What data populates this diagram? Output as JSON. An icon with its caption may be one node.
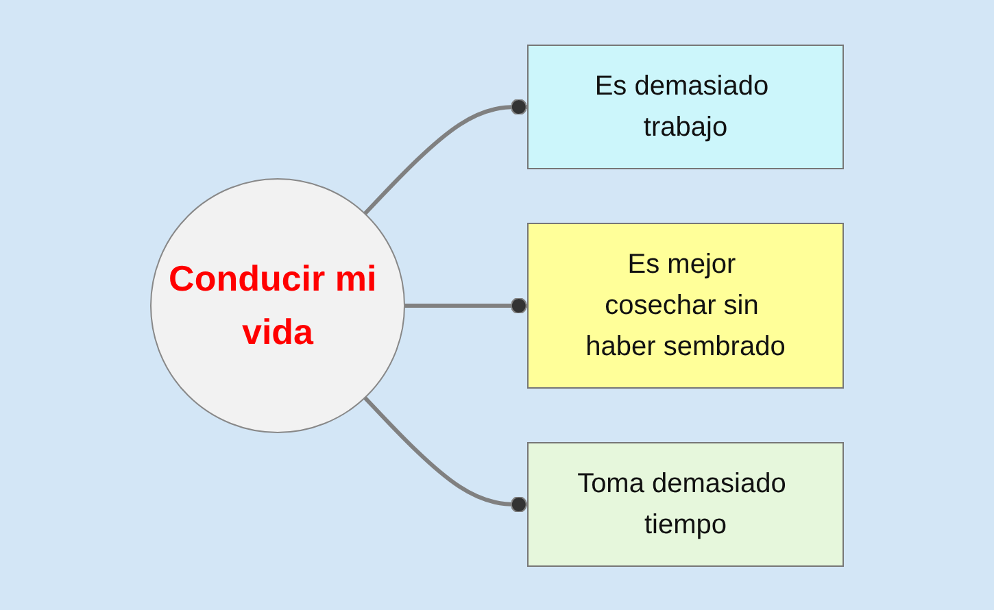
{
  "diagram": {
    "nodes": [
      {
        "text": [
          "Conducir mi vida"
        ]
      },
      {
        "text": [
          "Es demasiado trabajo"
        ]
      },
      {
        "text": [
          "Es mejor cosechar sin haber sembrado"
        ]
      },
      {
        "text": [
          "Toma demasiado tiempo"
        ]
      }
    ],
    "edges": [
      {
        "from": 0,
        "to": 1,
        "arrow": "other"
      },
      {
        "from": 0,
        "to": 2,
        "arrow": "other"
      },
      {
        "from": 0,
        "to": 3,
        "arrow": "other"
      }
    ]
  }
}
